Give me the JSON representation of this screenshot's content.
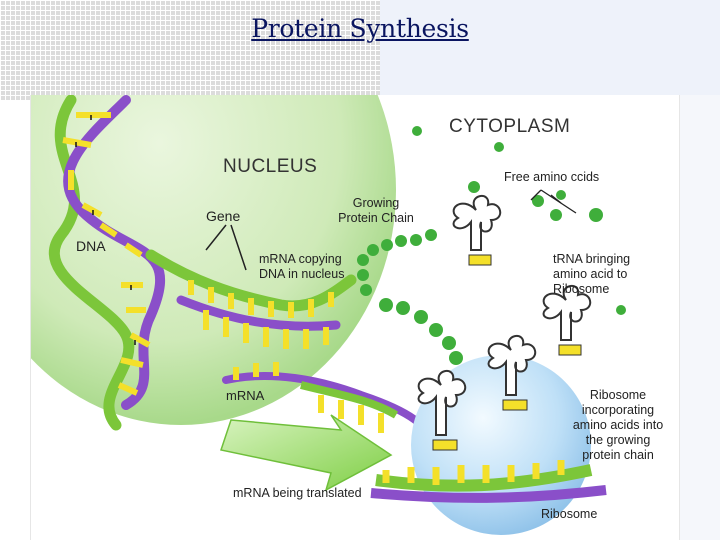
{
  "slide": {
    "title": "Protein  Synthesis"
  },
  "diagram": {
    "labels": {
      "cytoplasm": "CYTOPLASM",
      "nucleus": "NUCLEUS",
      "free_amino_acids": "Free amino ccids",
      "growing_chain_1": "Growing",
      "growing_chain_2": "Protein Chain",
      "gene": "Gene",
      "dna": "DNA",
      "mrna_copy_1": "mRNA copying",
      "mrna_copy_2": "DNA in nucleus",
      "trna_1": "tRNA bringing",
      "trna_2": "amino acid to",
      "trna_3": "Ribosome",
      "mrna": "mRNA",
      "ribo_inc_1": "Ribosome",
      "ribo_inc_2": "incorporating",
      "ribo_inc_3": "amino acids into",
      "ribo_inc_4": "the growing",
      "ribo_inc_5": "protein chain",
      "mrna_translated": "mRNA being translated",
      "ribosome": "Ribosome"
    },
    "colors": {
      "nucleus": "#c9e8b3",
      "dna_green": "#7cc63a",
      "dna_purple": "#8a4fc9",
      "bases_yellow": "#f4e02a",
      "amino_acid": "#3fae3b",
      "ribosome": "#a9d3f2",
      "arrow": "#8fd65a"
    }
  }
}
